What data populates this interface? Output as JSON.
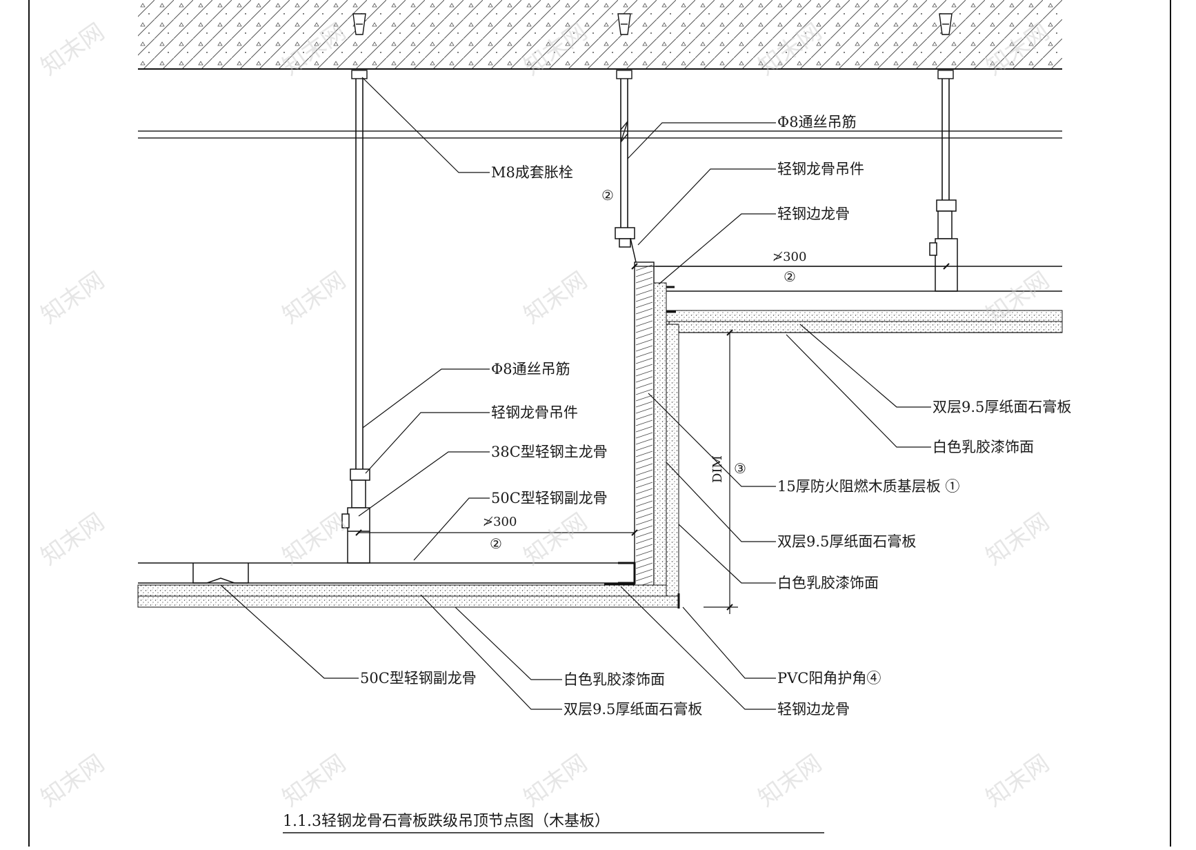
{
  "title": "1.1.3轻钢龙骨石膏板跌级吊顶节点图（木基板）",
  "callouts": {
    "m8_anchor": "M8成套胀栓",
    "rod_top": "Φ8通丝吊筋",
    "hanger_top": "轻钢龙骨吊件",
    "edge_keel_top": "轻钢边龙骨",
    "upper_gypsum": "双层9.5厚纸面石膏板",
    "upper_paint": "白色乳胶漆饰面",
    "fire_board": "15厚防火阻燃木质基层板 ①",
    "mid_gypsum": "双层9.5厚纸面石膏板",
    "mid_paint": "白色乳胶漆饰面",
    "rod_left": "Φ8通丝吊筋",
    "hanger_left": "轻钢龙骨吊件",
    "main_keel": "38C型轻钢主龙骨",
    "sub_keel_left": "50C型轻钢副龙骨",
    "sub_keel_bottom": "50C型轻钢副龙骨",
    "paint_bottom": "白色乳胶漆饰面",
    "gypsum_bottom": "双层9.5厚纸面石膏板",
    "pvc_corner": "PVC阳角护角④",
    "edge_keel_bottom": "轻钢边龙骨"
  },
  "dims": {
    "spacing_upper": "≯300",
    "spacing_lower": "≯300",
    "dim_label": "DIM"
  },
  "markers": {
    "m1": "②",
    "m2": "②",
    "m3": "②",
    "m4": "③"
  },
  "watermark": "知末网"
}
